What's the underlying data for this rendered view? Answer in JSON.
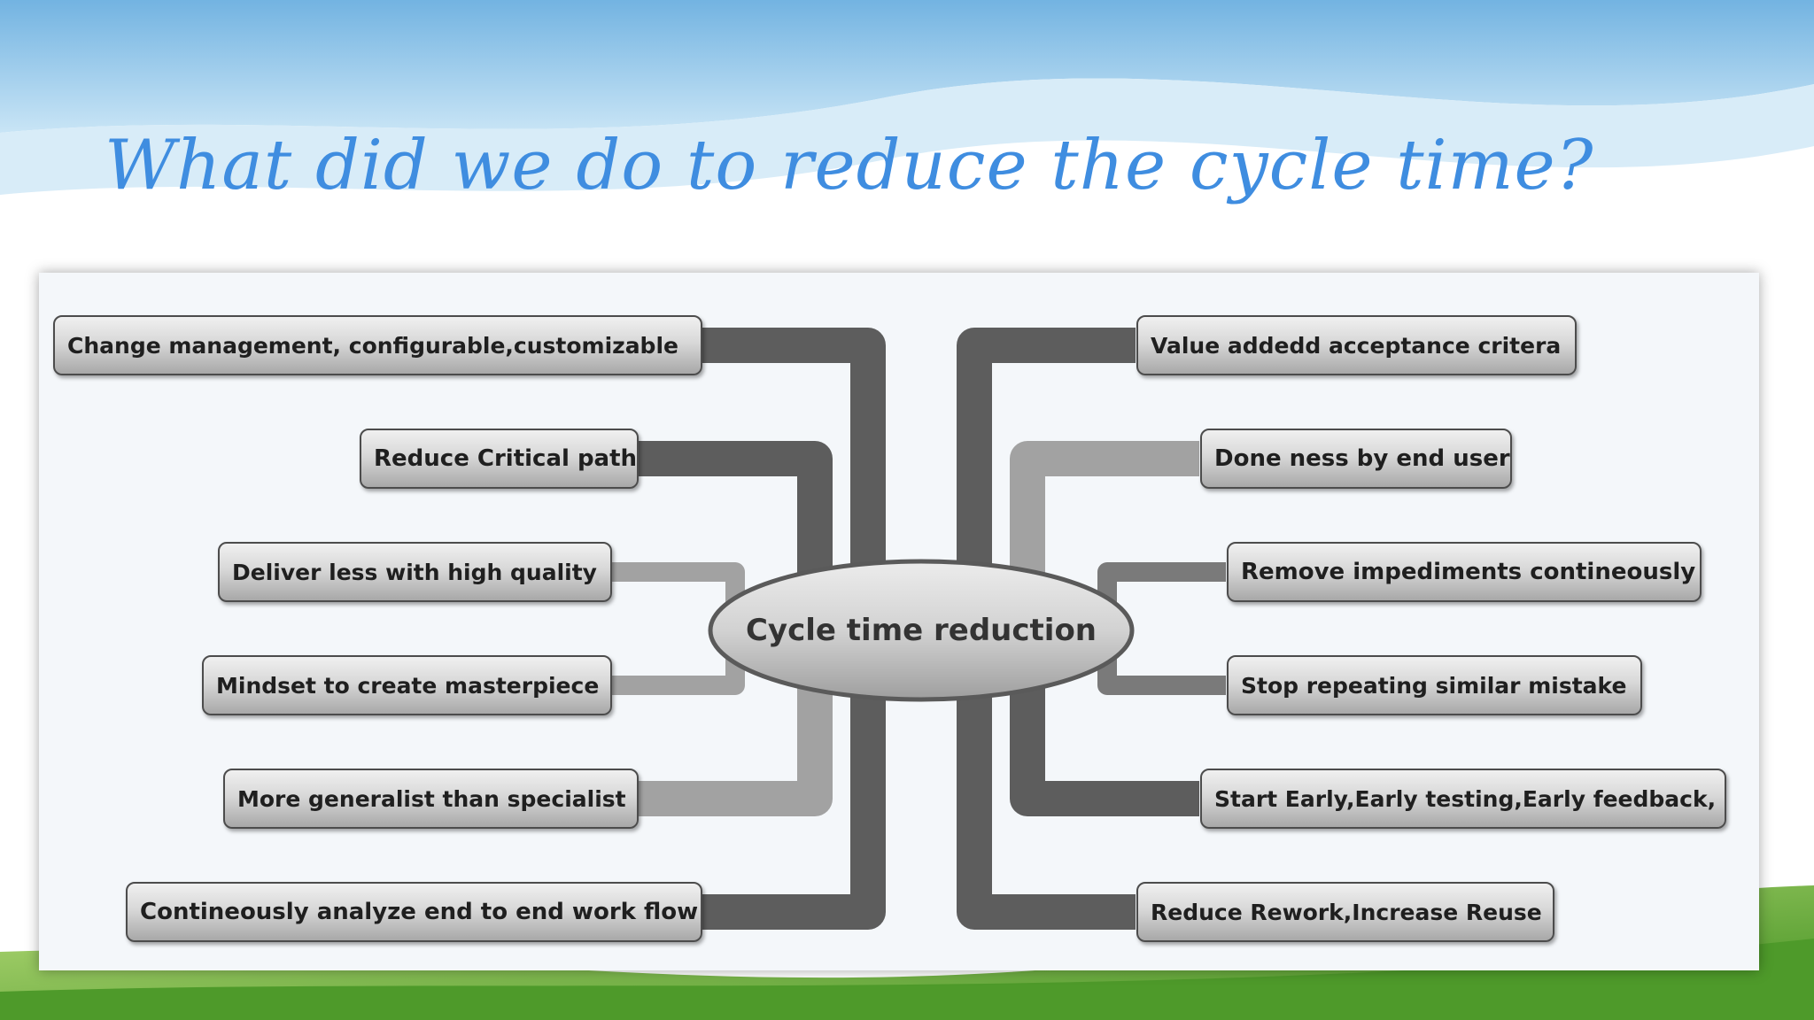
{
  "title": "What did we do to reduce the cycle time?",
  "mindmap": {
    "center": "Cycle time reduction",
    "left": [
      "Change management, configurable,customizable",
      "Reduce Critical path",
      "Deliver less with high quality",
      "Mindset to create masterpiece",
      "More generalist than specialist",
      "Contineously analyze end to end work flow"
    ],
    "right": [
      "Value addedd acceptance critera",
      "Done ness by end user",
      "Remove impediments contineously",
      "Stop repeating similar mistake",
      "Start Early,Early testing,Early feedback,",
      "Reduce Rework,Increase Reuse"
    ]
  },
  "colors": {
    "title": "#3f8de0",
    "sky": "#5aa6dc",
    "grass": "#6fb53a",
    "connector_dark": "#5d5d5d",
    "connector_mid": "#7a7a7a",
    "connector_light": "#a2a2a2"
  }
}
